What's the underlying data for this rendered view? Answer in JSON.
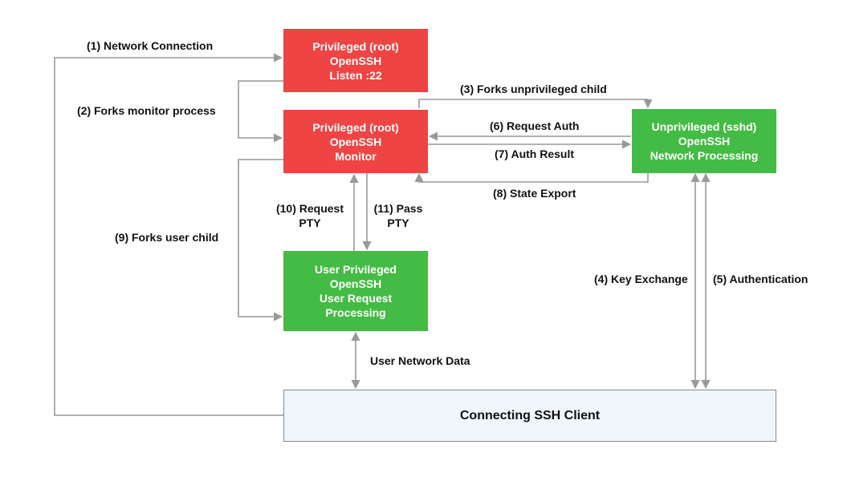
{
  "colors": {
    "privileged": "#ee4444",
    "unprivileged": "#44bb44",
    "client_fill": "#eff7fd",
    "connector": "#999999"
  },
  "nodes": {
    "listener": {
      "lines": [
        "Privileged (root)",
        "OpenSSH",
        "Listen :22"
      ]
    },
    "monitor": {
      "lines": [
        "Privileged (root)",
        "OpenSSH",
        "Monitor"
      ]
    },
    "unpriv": {
      "lines": [
        "Unprivileged (sshd)",
        "OpenSSH",
        "Network Processing"
      ]
    },
    "userpriv": {
      "lines": [
        "User Privileged",
        "OpenSSH",
        "User Request",
        "Processing"
      ]
    },
    "client": {
      "label": "Connecting SSH Client"
    }
  },
  "edges": {
    "network_connection": "(1) Network Connection",
    "forks_monitor": "(2) Forks monitor process",
    "forks_unpriv": "(3) Forks unprivileged child",
    "key_exchange": "(4) Key Exchange",
    "authentication": "(5) Authentication",
    "request_auth": "(6) Request Auth",
    "auth_result": "(7) Auth Result",
    "state_export": "(8) State Export",
    "forks_user_child": "(9) Forks user child",
    "request_pty": [
      "(10) Request",
      "PTY"
    ],
    "pass_pty": [
      "(11) Pass",
      "PTY"
    ],
    "user_network_data": "User Network Data"
  }
}
